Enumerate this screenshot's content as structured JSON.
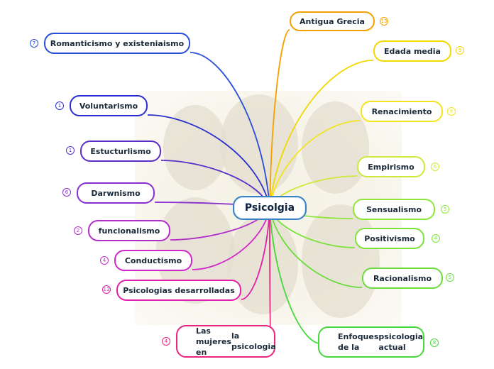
{
  "center": {
    "label": "Psicolgia"
  },
  "topics": [
    {
      "id": "antigua",
      "label": "Antigua Grecia",
      "badge": "13",
      "color": "#f5a000"
    },
    {
      "id": "edad-media",
      "label": "Edada media",
      "badge": "9",
      "color": "#f2d800"
    },
    {
      "id": "renacimiento",
      "label": "Renacimiento",
      "badge": "8",
      "color": "#f4e420"
    },
    {
      "id": "empirismo",
      "label": "Empirismo",
      "badge": "6",
      "color": "#cdea3a"
    },
    {
      "id": "sensualismo",
      "label": "Sensualismo",
      "badge": "5",
      "color": "#8ee63c"
    },
    {
      "id": "positivismo",
      "label": "Positivismo",
      "badge": "4",
      "color": "#7ce23c"
    },
    {
      "id": "racionalismo",
      "label": "Racionalismo",
      "badge": "5",
      "color": "#6cdc3c"
    },
    {
      "id": "enfoques",
      "label": [
        "Enfoques de la",
        "psicologia actual"
      ],
      "badge": "8",
      "color": "#46d83c"
    },
    {
      "id": "mujeres",
      "label": [
        "Las mujeres en",
        "la psicologia"
      ],
      "badge": "4",
      "color": "#e8257f"
    },
    {
      "id": "desarrolladas",
      "label": "Psicologias desarrolladas",
      "badge": "13",
      "color": "#e020a8"
    },
    {
      "id": "conductismo",
      "label": "Conductismo",
      "badge": "4",
      "color": "#cf28c8"
    },
    {
      "id": "funcionalismo",
      "label": "funcionalismo",
      "badge": "2",
      "color": "#b22ec8"
    },
    {
      "id": "darwnismo",
      "label": "Darwnismo",
      "badge": "6",
      "color": "#8a2ed0"
    },
    {
      "id": "estucturlismo",
      "label": "Estucturlismo",
      "badge": "1",
      "color": "#5a2ec8"
    },
    {
      "id": "voluntarismo",
      "label": "Voluntarismo",
      "badge": "1",
      "color": "#2a2ed0"
    },
    {
      "id": "romanticismo",
      "label": "Romanticismo y existeniaismo",
      "badge": "7",
      "color": "#2a4ed8"
    }
  ]
}
